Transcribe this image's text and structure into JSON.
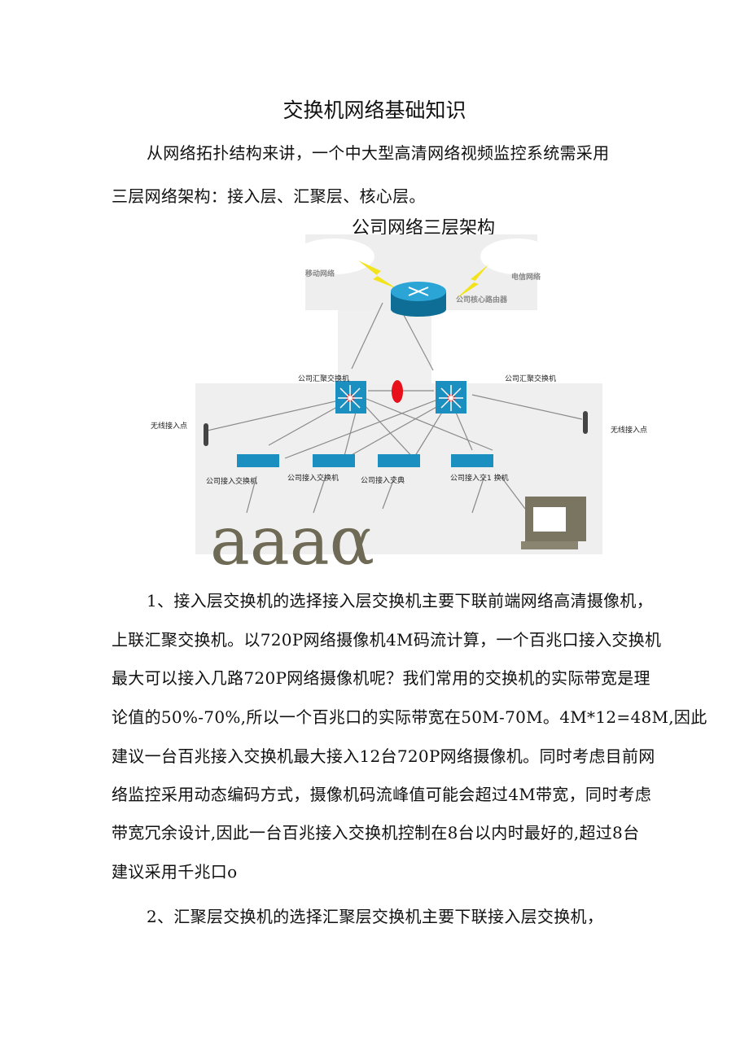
{
  "title": "交换机网络基础知识",
  "intro": [
    "从网络拓扑结构来讲，一个中大型高清网络视频监控系统需采用",
    "三层网络架构：接入层、汇聚层、核心层。"
  ],
  "diagram": {
    "title": "公司网络三层架构",
    "mobile_network": "移动网络",
    "telecom_network": "电信网络",
    "core_router": "公司核心路由器",
    "agg_switch_left": "公司汇聚交换机",
    "agg_switch_right": "公司汇聚交换机",
    "wireless_ap_left": "无线接入点",
    "wireless_ap_right": "无线接入点",
    "access_switches": [
      "公司接入交换机",
      "公司接入交换机",
      "公司接入交典",
      "公司接入交1 换机"
    ],
    "camera_glyphs": "aaaα",
    "colors": {
      "device": "#1a8fc0",
      "lightning": "#f2e31a",
      "ring": "#e8101a",
      "link": "#8a8a8a"
    }
  },
  "body_lines": [
    "1、接入层交换机的选择接入层交换机主要下联前端网络高清摄像机，",
    "上联汇聚交换机。以720P网络摄像机4M码流计算，一个百兆口接入交换机",
    "最大可以接入几路720P网络摄像机呢？我们常用的交换机的实际带宽是理",
    "论值的50%-70%,所以一个百兆口的实际带宽在50M-70M。4M*12=48M,因此",
    "建议一台百兆接入交换机最大接入12台720P网络摄像机。同时考虑目前网",
    "络监控采用动态编码方式，摄像机码流峰值可能会超过4M带宽，同时考虑",
    "带宽冗余设计,因此一台百兆接入交换机控制在8台以内时最好的,超过8台",
    "建议采用千兆口o"
  ],
  "section2": "2、汇聚层交换机的选择汇聚层交换机主要下联接入层交换机，"
}
